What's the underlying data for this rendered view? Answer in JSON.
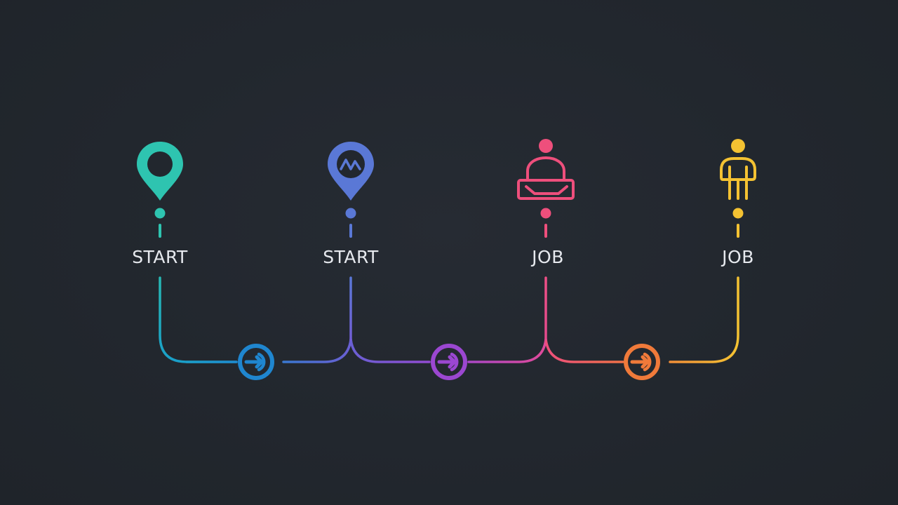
{
  "colors": {
    "background": "#22272e",
    "teal": "#2ec4b0",
    "blue": "#5a78d6",
    "pink": "#ee4f7c",
    "yellow": "#f4c232",
    "connector_blue": "#1f86cf",
    "connector_purple": "#9b47d1",
    "connector_orange": "#f07a3a"
  },
  "nodes": [
    {
      "label": "START",
      "icon": "location-pin-icon",
      "color": "#2ec4b0"
    },
    {
      "label": "START",
      "icon": "location-pin-wave-icon",
      "color": "#5a78d6"
    },
    {
      "label": "JOB",
      "icon": "person-at-desk-icon",
      "color": "#ee4f7c"
    },
    {
      "label": "JOB",
      "icon": "person-icon",
      "color": "#f4c232"
    }
  ],
  "connectors": [
    {
      "icon": "arrow-circle-icon",
      "color": "#1f86cf"
    },
    {
      "icon": "arrow-circle-icon",
      "color": "#9b47d1"
    },
    {
      "icon": "arrow-circle-icon",
      "color": "#f07a3a"
    }
  ]
}
